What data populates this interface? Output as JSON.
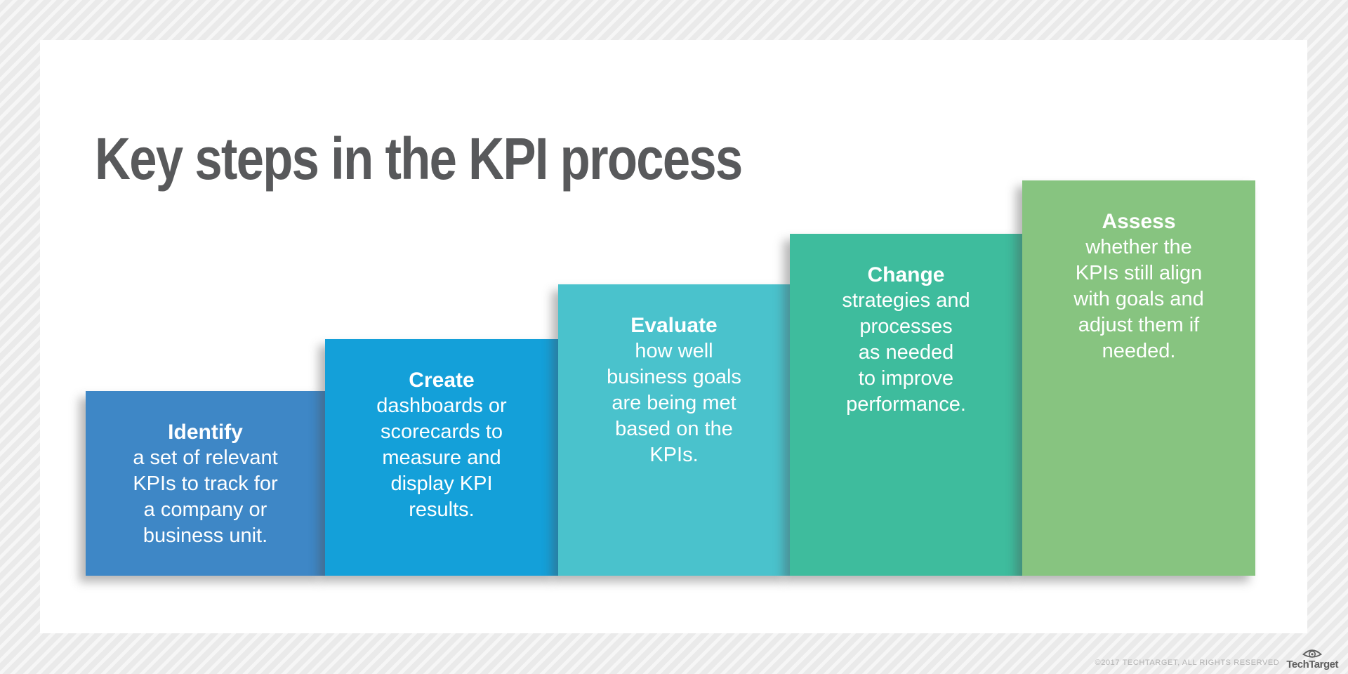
{
  "page": {
    "title": "Key steps in the KPI process",
    "title_color": "#58595b",
    "background_color": "#ebebeb",
    "card_color": "#ffffff"
  },
  "steps": [
    {
      "name": "Identify",
      "description": "a set of relevant\nKPIs to track for\na company or\nbusiness unit.",
      "color": "#3e87c6"
    },
    {
      "name": "Create",
      "description": "dashboards or\nscorecards to\nmeasure and\ndisplay KPI\nresults.",
      "color": "#14a0d9"
    },
    {
      "name": "Evaluate",
      "description": "how well\nbusiness goals\nare being met\nbased on the\nKPIs.",
      "color": "#4ac2cc"
    },
    {
      "name": "Change",
      "description": "strategies and\nprocesses\nas needed\nto improve\nperformance.",
      "color": "#3ebc9d"
    },
    {
      "name": "Assess",
      "description": "whether the\nKPIs still align\nwith goals and\nadjust them if\nneeded.",
      "color": "#87c480"
    }
  ],
  "footer": {
    "copyright": "©2017 TECHTARGET, ALL RIGHTS RESERVED",
    "brand": "TechTarget",
    "copyright_color": "#b3b3b3",
    "brand_color": "#5f5f5f"
  }
}
